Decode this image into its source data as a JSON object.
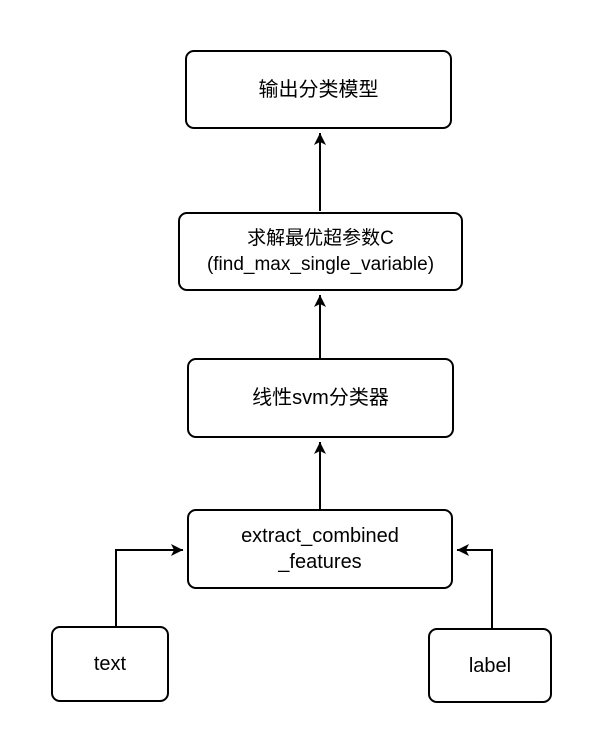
{
  "diagram": {
    "title": "SVM text classification pipeline flowchart",
    "colors": {
      "stroke": "#000000",
      "node_fill": "#ffffff",
      "background": "#ffffff"
    },
    "nodes": {
      "output_model": {
        "label": "输出分类模型"
      },
      "find_max": {
        "label_line1": "求解最优超参数C",
        "label_line2": "(find_max_single_variable)"
      },
      "svm_classifier": {
        "label": "线性svm分类器"
      },
      "extract_features": {
        "label_line1": "extract_combined",
        "label_line2": "_features"
      },
      "text_input": {
        "label": "text"
      },
      "label_input": {
        "label": "label"
      }
    },
    "edges": [
      {
        "from": "find_max",
        "to": "output_model"
      },
      {
        "from": "svm_classifier",
        "to": "find_max"
      },
      {
        "from": "extract_features",
        "to": "svm_classifier"
      },
      {
        "from": "text_input",
        "to": "extract_features"
      },
      {
        "from": "label_input",
        "to": "extract_features"
      }
    ]
  }
}
